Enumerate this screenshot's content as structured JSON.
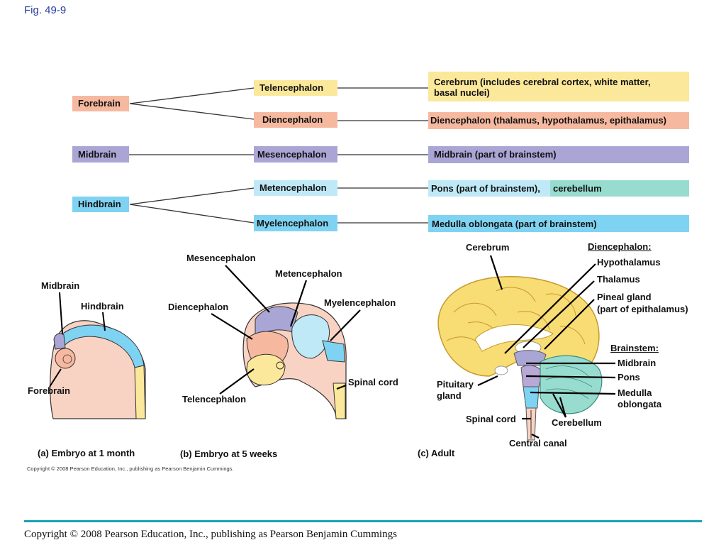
{
  "figure_label": "Fig. 49-9",
  "colors": {
    "yellow": "#fbe89a",
    "salmon": "#f6b9a0",
    "purple": "#a9a6d6",
    "lightblue": "#bfe9f6",
    "blue": "#7fd3f2",
    "teal": "#98dccf",
    "cortex": "#f8dc74",
    "skin": "#f8d3c3"
  },
  "hierarchy": {
    "primary": {
      "forebrain": "Forebrain",
      "midbrain": "Midbrain",
      "hindbrain": "Hindbrain"
    },
    "secondary": {
      "telencephalon": "Telencephalon",
      "diencephalon": "Diencephalon",
      "mesencephalon": "Mesencephalon",
      "metencephalon": "Metencephalon",
      "myelencephalon": "Myelencephalon"
    },
    "adult": {
      "cerebrum": "Cerebrum (includes cerebral cortex, white matter, basal nuclei)",
      "diencephalon": "Diencephalon (thalamus, hypothalamus, epithalamus)",
      "midbrain": "Midbrain (part of brainstem)",
      "pons": "Pons (part of brainstem),",
      "cerebellum": "cerebellum",
      "medulla": "Medulla oblongata (part of brainstem)"
    }
  },
  "panel_a": {
    "midbrain": "Midbrain",
    "hindbrain": "Hindbrain",
    "forebrain": "Forebrain",
    "caption": "(a) Embryo at 1 month"
  },
  "panel_b": {
    "mesencephalon": "Mesencephalon",
    "metencephalon": "Metencephalon",
    "diencephalon": "Diencephalon",
    "myelencephalon": "Myelencephalon",
    "spinal_cord": "Spinal cord",
    "telencephalon": "Telencephalon",
    "caption": "(b) Embryo at 5 weeks"
  },
  "panel_c": {
    "cerebrum": "Cerebrum",
    "diencephalon_heading": "Diencephalon:",
    "hypothalamus": "Hypothalamus",
    "thalamus": "Thalamus",
    "pineal_gland": "Pineal gland",
    "pineal_note": "(part of epithalamus)",
    "brainstem_heading": "Brainstem:",
    "midbrain": "Midbrain",
    "pons": "Pons",
    "medulla_1": "Medulla",
    "medulla_2": "oblongata",
    "pituitary_1": "Pituitary",
    "pituitary_2": "gland",
    "spinal_cord": "Spinal cord",
    "cerebellum": "Cerebellum",
    "central_canal": "Central canal",
    "caption": "(c) Adult"
  },
  "small_copyright": "Copyright © 2008 Pearson Education, Inc., publishing as Pearson Benjamin Cummings.",
  "footer": "Copyright © 2008 Pearson Education, Inc., publishing as Pearson Benjamin Cummings"
}
